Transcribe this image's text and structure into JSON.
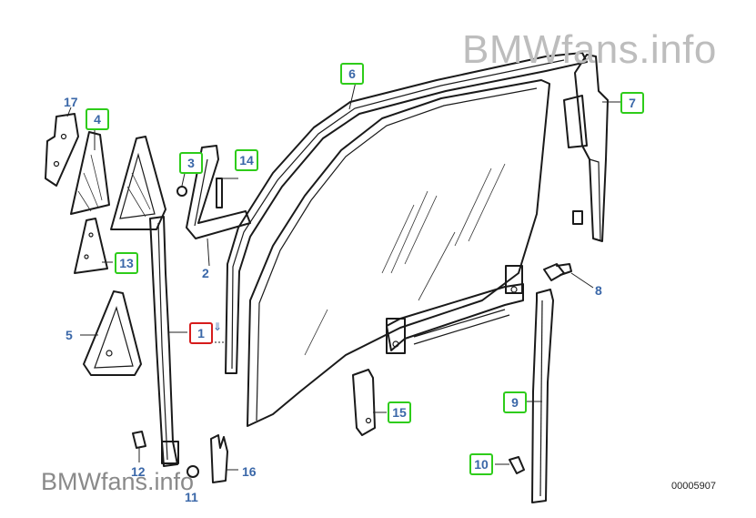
{
  "watermark_top": "BMWfans.info",
  "watermark_bottom": "BMWfans.info",
  "diagram_id": "00005907",
  "arrow_glyph": "⇓",
  "colors": {
    "label_text": "#3a67a8",
    "box_green": "#2ecc1a",
    "box_red": "#d61c1c",
    "line": "#1a1a1a"
  },
  "callouts": {
    "p1": "1",
    "p2": "2",
    "p3": "3",
    "p4": "4",
    "p5": "5",
    "p6": "6",
    "p7": "7",
    "p8": "8",
    "p9": "9",
    "p10": "10",
    "p11": "11",
    "p12": "12",
    "p13": "13",
    "p14": "14",
    "p15": "15",
    "p16": "16",
    "p17": "17"
  }
}
